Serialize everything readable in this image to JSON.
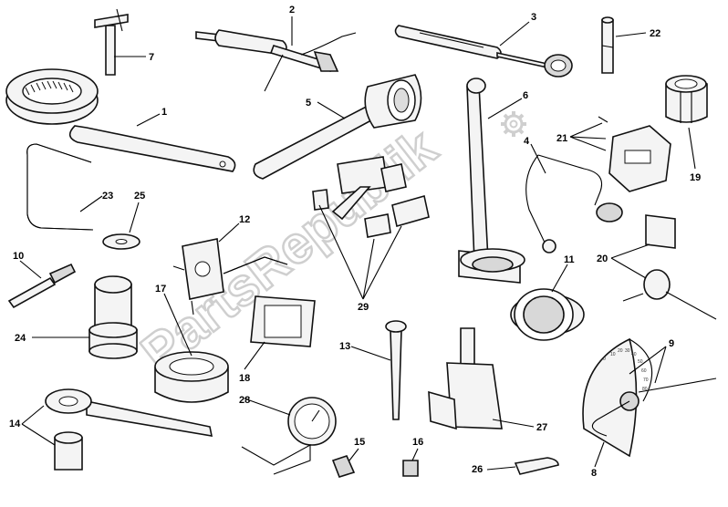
{
  "watermark": {
    "text": "PartsRepublik"
  },
  "callouts": [
    {
      "n": "1"
    },
    {
      "n": "2"
    },
    {
      "n": "3"
    },
    {
      "n": "4"
    },
    {
      "n": "5"
    },
    {
      "n": "6"
    },
    {
      "n": "7"
    },
    {
      "n": "8"
    },
    {
      "n": "9"
    },
    {
      "n": "10"
    },
    {
      "n": "11"
    },
    {
      "n": "12"
    },
    {
      "n": "13"
    },
    {
      "n": "14"
    },
    {
      "n": "15"
    },
    {
      "n": "16"
    },
    {
      "n": "17"
    },
    {
      "n": "18"
    },
    {
      "n": "19"
    },
    {
      "n": "20"
    },
    {
      "n": "21"
    },
    {
      "n": "22"
    },
    {
      "n": "23"
    },
    {
      "n": "24"
    },
    {
      "n": "25"
    },
    {
      "n": "26"
    },
    {
      "n": "27"
    },
    {
      "n": "28"
    },
    {
      "n": "29"
    }
  ],
  "dial_scale": [
    "0",
    "10",
    "20",
    "30",
    "40",
    "50",
    "60",
    "70",
    "80"
  ]
}
